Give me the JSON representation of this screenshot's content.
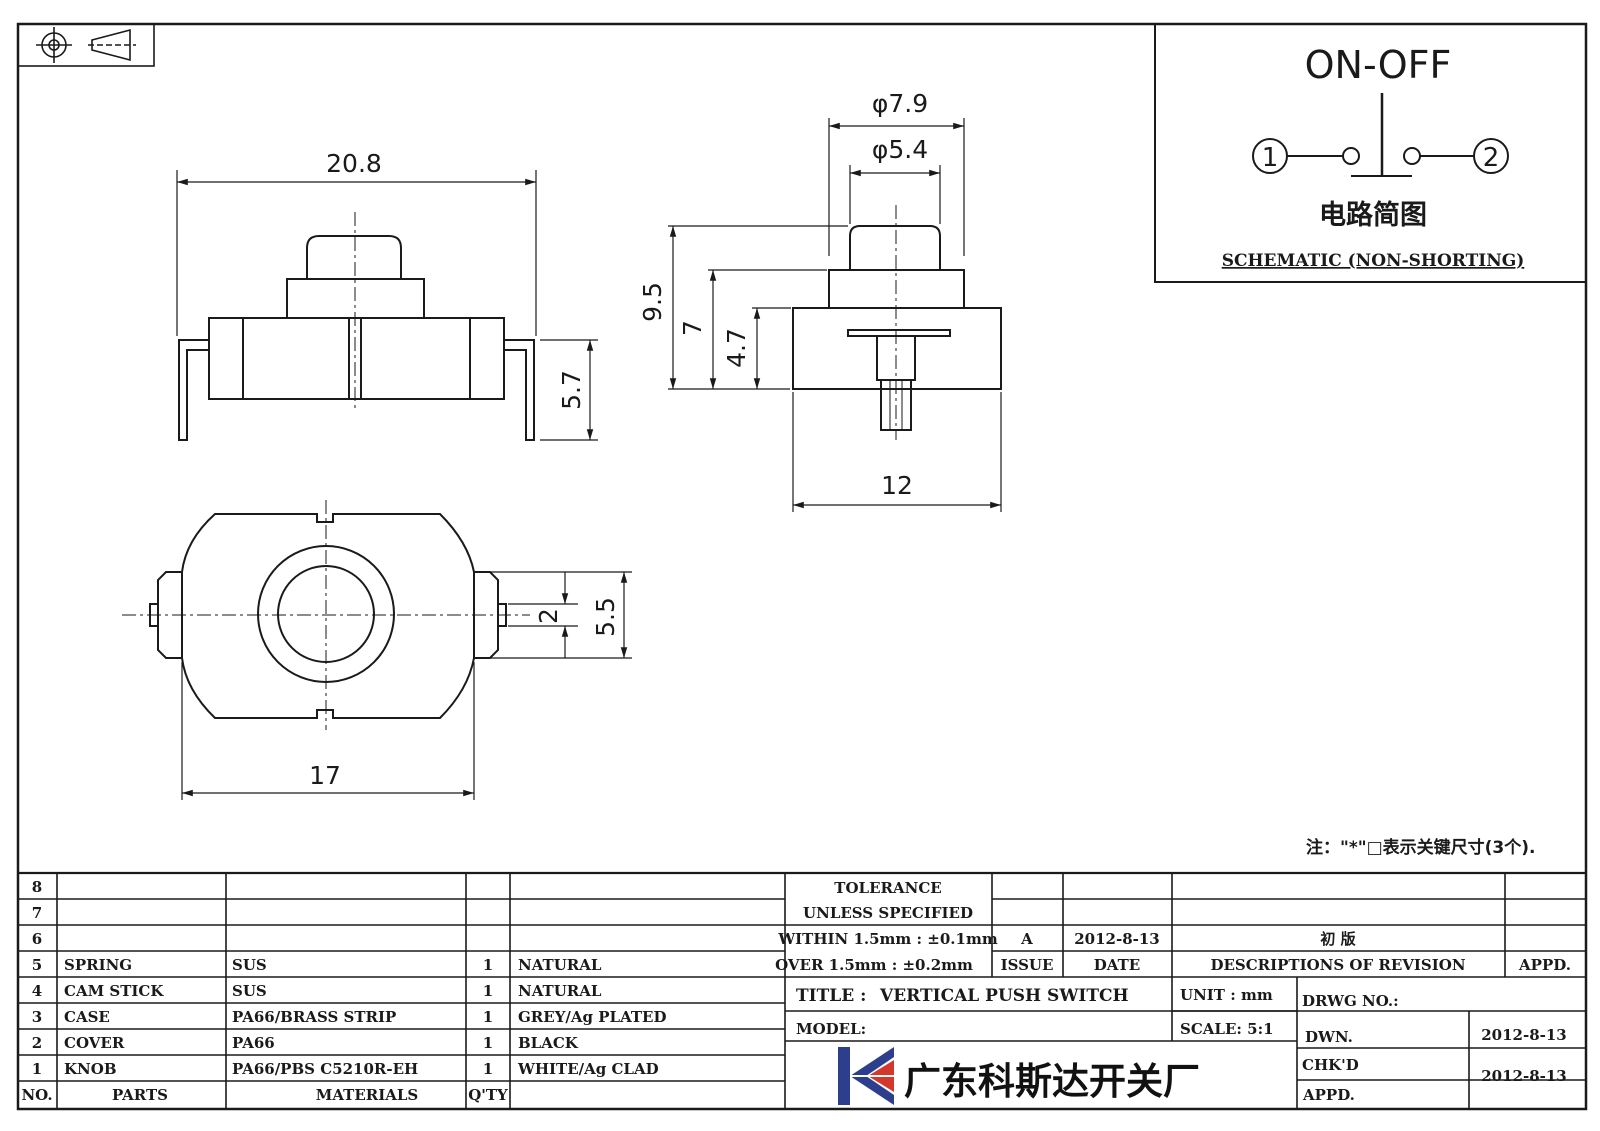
{
  "schematic": {
    "title": "ON-OFF",
    "terminal_1": "1",
    "terminal_2": "2",
    "caption_cn": "电路简图",
    "caption_en": "SCHEMATIC (NON-SHORTING)"
  },
  "dimensions": {
    "front_width": "20.8",
    "front_height": "5.7",
    "side_dia_outer": "φ7.9",
    "side_dia_inner": "φ5.4",
    "side_h_total": "9.5",
    "side_h_mid": "7",
    "side_h_body": "4.7",
    "side_width": "12",
    "top_width": "17",
    "top_slot": "2",
    "top_tab": "5.5"
  },
  "note": "注：\"*\"□表示关键尺寸(3个).",
  "parts_table": {
    "rows": [
      {
        "no": "8",
        "part": "",
        "material": "",
        "qty": "",
        "finish": ""
      },
      {
        "no": "7",
        "part": "",
        "material": "",
        "qty": "",
        "finish": ""
      },
      {
        "no": "6",
        "part": "",
        "material": "",
        "qty": "",
        "finish": ""
      },
      {
        "no": "5",
        "part": "SPRING",
        "material": "SUS",
        "qty": "1",
        "finish": "NATURAL"
      },
      {
        "no": "4",
        "part": "CAM STICK",
        "material": "SUS",
        "qty": "1",
        "finish": "NATURAL"
      },
      {
        "no": "3",
        "part": "CASE",
        "material": "PA66/BRASS STRIP",
        "qty": "1",
        "finish": "GREY/Ag PLATED"
      },
      {
        "no": "2",
        "part": "COVER",
        "material": "PA66",
        "qty": "1",
        "finish": "BLACK"
      },
      {
        "no": "1",
        "part": "KNOB",
        "material": "PA66/PBS C5210R-EH",
        "qty": "1",
        "finish": "WHITE/Ag CLAD"
      }
    ],
    "header": {
      "no": "NO.",
      "parts": "PARTS",
      "materials": "MATERIALS",
      "qty": "Q'TY"
    }
  },
  "title_block": {
    "tolerance_1": "TOLERANCE",
    "tolerance_2": "UNLESS  SPECIFIED",
    "within": "WITHIN 1.5mm : ±0.1mm",
    "over": "OVER 1.5mm : ±0.2mm",
    "issue_value": "A",
    "date_value": "2012-8-13",
    "revision_desc": "初  版",
    "issue_label": "ISSUE",
    "date_label": "DATE",
    "desc_label": "DESCRIPTIONS OF REVISION",
    "appd_label": "APPD.",
    "title_label": "TITLE :",
    "title_value": "VERTICAL PUSH SWITCH",
    "unit": "UNIT :  mm",
    "drwg_no": "DRWG NO.:",
    "model": "MODEL:",
    "scale": "SCALE:  5:1",
    "dwn": "DWN.",
    "dwn_date": "2012-8-13",
    "chkd": "CHK'D",
    "appd": "APPD.",
    "chk_date": "2012-8-13",
    "company": "广东科斯达开关厂"
  }
}
